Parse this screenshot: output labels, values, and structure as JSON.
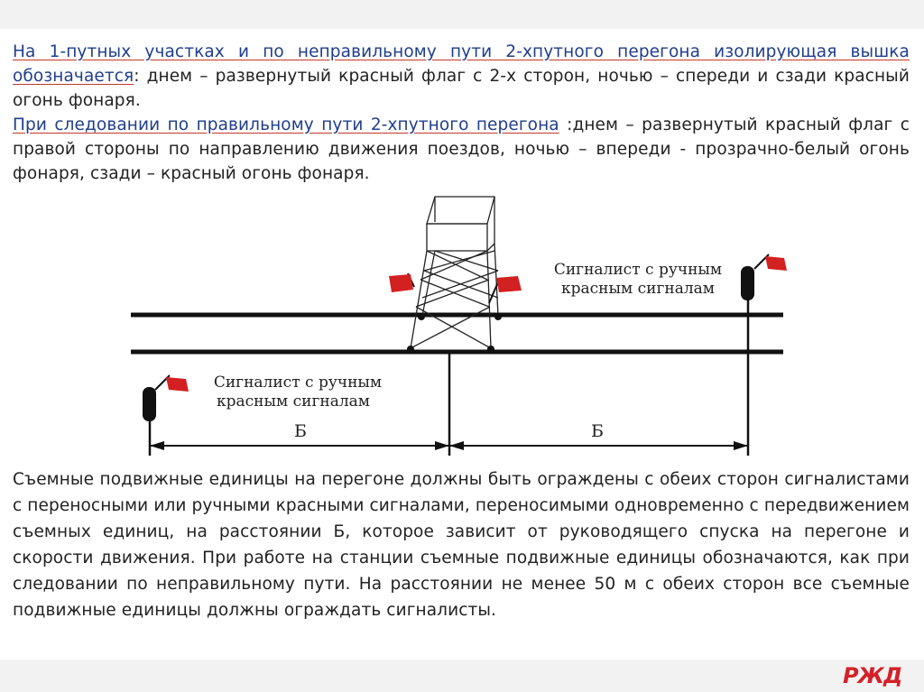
{
  "paragraph1": {
    "highlight": "На 1-путных участках и по неправильному пути 2-хпутного перегона изолирующая вышка обозначается",
    "rest": ": днем – развернутый красный флаг с 2-х сторон, ночью – спереди и сзади  красный огонь фонаря."
  },
  "paragraph2": {
    "highlight": " При следовании по правильному пути  2-хпутного перегона",
    "rest": " :днем – развернутый красный флаг с правой стороны по направлению движения поездов, ночью – впереди - прозрачно-белый огонь фонаря, сзади – красный огонь фонаря."
  },
  "diagram": {
    "signalman_right_label": [
      "Сигналист с ручным",
      "красным сигналам"
    ],
    "signalman_left_label": [
      "Сигналист с ручным",
      "красным сигналам"
    ],
    "distance_left_label": "Б",
    "distance_right_label": "Б",
    "colors": {
      "flag": "#d32020",
      "line": "#111111"
    }
  },
  "paragraph3": "Съемные подвижные единицы на перегоне должны быть ограждены с обеих сторон сигналистами с переносными или ручными красными сигналами, переносимыми одновременно с передвижением съемных единиц, на расстоянии Б, которое зависит от руководящего спуска на перегоне и скорости движения. При работе на станции съемные подвижные единицы обозначаются, как при следовании по неправильному пути. На расстоянии не менее 50 м с обеих сторон все съемные подвижные единицы должны ограждать сигналисты.",
  "logo": "РЖД"
}
